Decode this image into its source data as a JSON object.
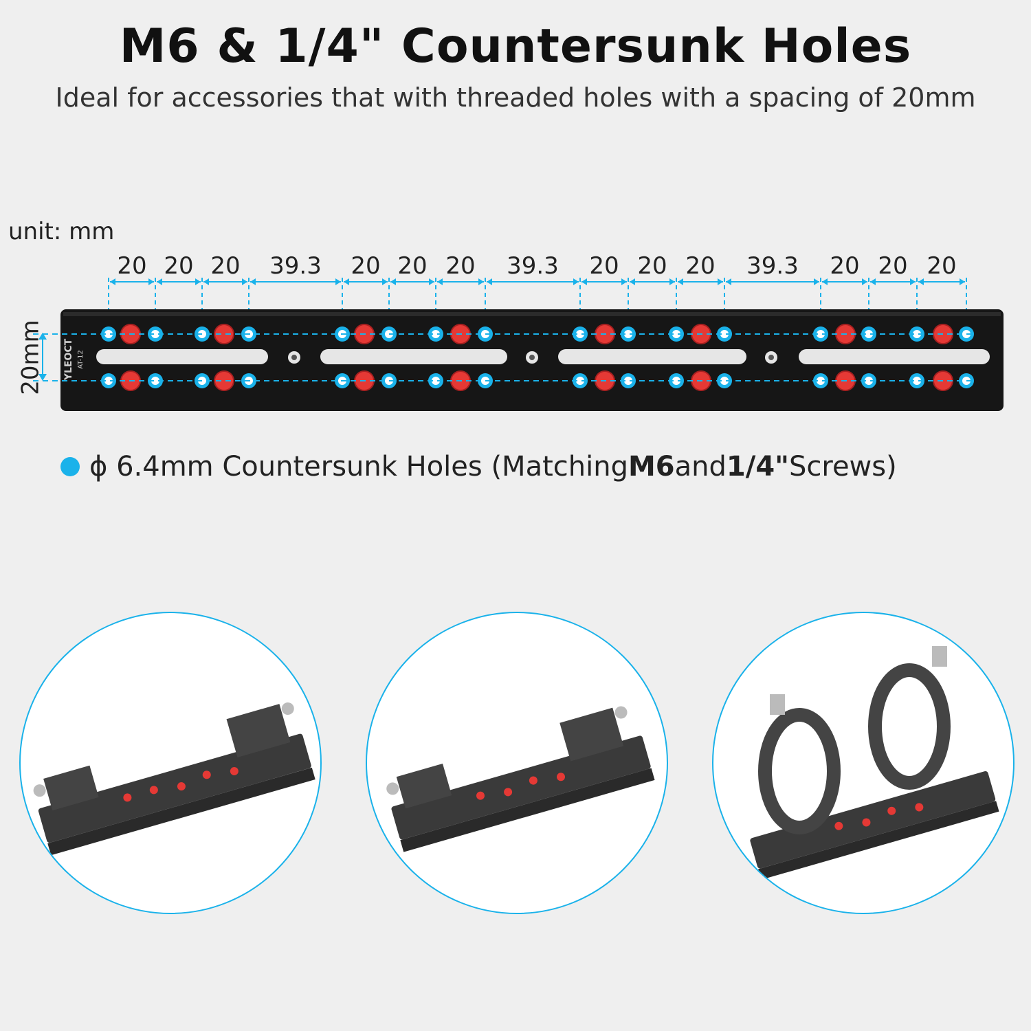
{
  "header": {
    "title": "M6 & 1/4\" Countersunk Holes",
    "subtitle": "Ideal for accessories that with threaded holes with a spacing of 20mm"
  },
  "diagram": {
    "unit_label": "unit: mm",
    "spacings": [
      "20",
      "20",
      "20",
      "39.3",
      "20",
      "20",
      "20",
      "39.3",
      "20",
      "20",
      "20",
      "39.3",
      "20",
      "20",
      "20"
    ],
    "vertical_label": "20mm",
    "brand_label": "YLEOCT",
    "model_label": "AT-12"
  },
  "legend": {
    "prefix": "ϕ 6.4mm Countersunk Holes (Matching ",
    "bold1": "M6",
    "mid": " and ",
    "bold2": "1/4\"",
    "suffix": " Screws)"
  },
  "colors": {
    "accent": "#1ab2ea",
    "rail": "#161616",
    "red_screw": "#e53935",
    "background": "#efefef"
  }
}
